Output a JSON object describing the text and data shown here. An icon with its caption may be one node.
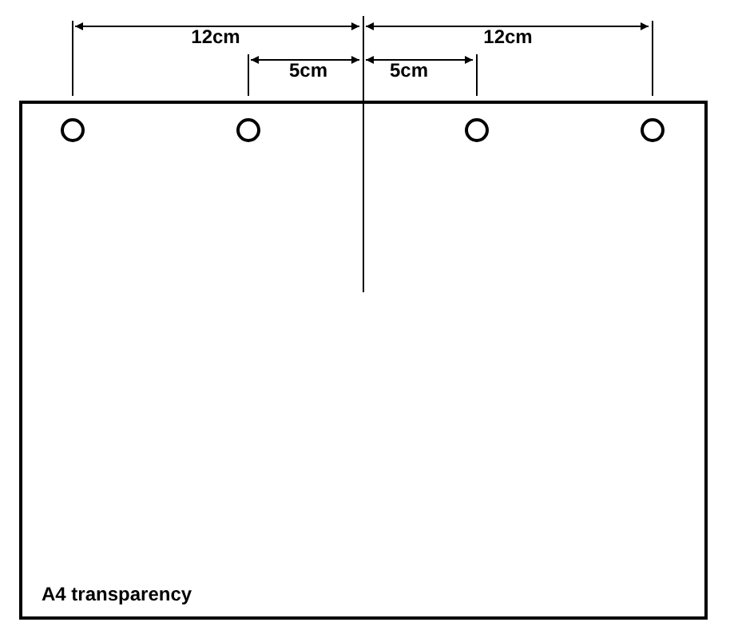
{
  "diagram": {
    "nodes": [
      {
        "text": [
          "A4 transparency"
        ]
      },
      {
        "text": [],
        "shape": "circle",
        "in": 0
      },
      {
        "text": [],
        "shape": "circle",
        "in": 0
      },
      {
        "text": [],
        "shape": "circle",
        "in": 0
      },
      {
        "text": [],
        "shape": "circle",
        "in": 0
      }
    ],
    "labels": [
      "12cm",
      "12cm",
      "5cm",
      "5cm"
    ]
  }
}
